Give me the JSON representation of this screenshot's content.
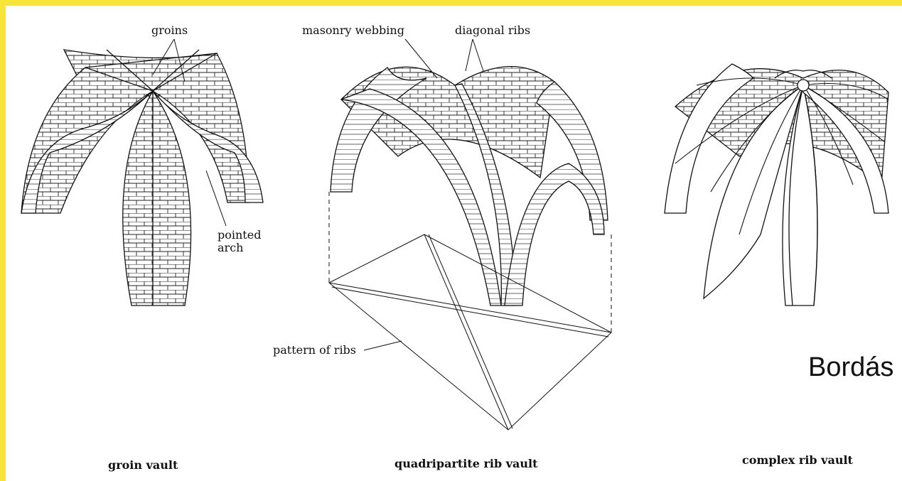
{
  "diagrams": [
    {
      "caption": "groin vault",
      "labels": {
        "groins": "groins",
        "pointed_arch_1": "pointed",
        "pointed_arch_2": "arch"
      }
    },
    {
      "caption": "quadripartite rib vault",
      "labels": {
        "masonry_webbing": "masonry webbing",
        "diagonal_ribs": "diagonal ribs",
        "pattern_of_ribs": "pattern of ribs"
      }
    },
    {
      "caption": "complex rib vault",
      "labels": {}
    }
  ],
  "overlay_text": "Bordás",
  "colors": {
    "border": "#f7e43a",
    "ink": "#111111",
    "paper": "#ffffff"
  }
}
